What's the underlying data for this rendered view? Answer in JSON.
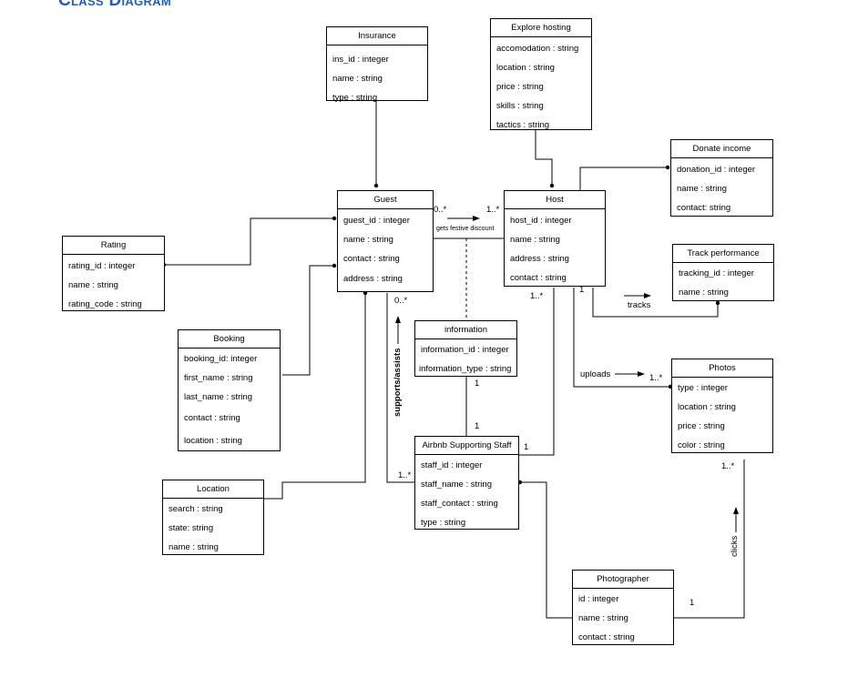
{
  "title": "Class Diagram",
  "classes": {
    "insurance": {
      "name": "Insurance",
      "attrs": [
        "ins_id : integer",
        "name : string",
        "type : string"
      ]
    },
    "explore": {
      "name": "Explore hosting",
      "attrs": [
        "accomodation : string",
        "location : string",
        "price : string",
        "skills : string",
        "tactics : string"
      ]
    },
    "donate": {
      "name": "Donate income",
      "attrs": [
        "donation_id : integer",
        "name : string",
        "contact: string"
      ]
    },
    "guest": {
      "name": "Guest",
      "attrs": [
        "guest_id : integer",
        "name : string",
        "contact : string",
        "address : string"
      ]
    },
    "host": {
      "name": "Host",
      "attrs": [
        "host_id : integer",
        "name : string",
        "address : string",
        "contact : string"
      ]
    },
    "rating": {
      "name": "Rating",
      "attrs": [
        "rating_id : integer",
        "name : string",
        "rating_code : string"
      ]
    },
    "track": {
      "name": "Track performance",
      "attrs": [
        "tracking_id : integer",
        "name : string"
      ]
    },
    "booking": {
      "name": "Booking",
      "attrs": [
        "booking_id: integer",
        "first_name : string",
        "last_name : string",
        "contact : string",
        "location : string"
      ]
    },
    "information": {
      "name": "information",
      "attrs": [
        "information_id : integer",
        "information_type : string"
      ]
    },
    "photos": {
      "name": "Photos",
      "attrs": [
        "type : integer",
        "location : string",
        "price : string",
        "color : string"
      ]
    },
    "location": {
      "name": "Location",
      "attrs": [
        "search : string",
        "state: string",
        "name : string"
      ]
    },
    "staff": {
      "name": "Airbnb Supporting Staff",
      "attrs": [
        "staff_id : integer",
        "staff_name : string",
        "staff_contact : string",
        "type : string"
      ]
    },
    "photographer": {
      "name": "Photographer",
      "attrs": [
        "id : integer",
        "name : string",
        "contact : string"
      ]
    }
  },
  "labels": {
    "guest_mult": "0..*",
    "host_mult": "1..*",
    "festive": "gets festive discount",
    "host_bottom": "1..*",
    "host_one": "1",
    "tracks": "tracks",
    "uploads": "uploads",
    "photos_mult": "1..*",
    "guest_bottom": "0..*",
    "supports": "supports/assists",
    "staff_mult": "1..*",
    "info_one": "1",
    "staff_one": "1",
    "staff_host_one": "1",
    "photos_bottom": "1..*",
    "clicks": "clicks",
    "photographer_one": "1"
  }
}
